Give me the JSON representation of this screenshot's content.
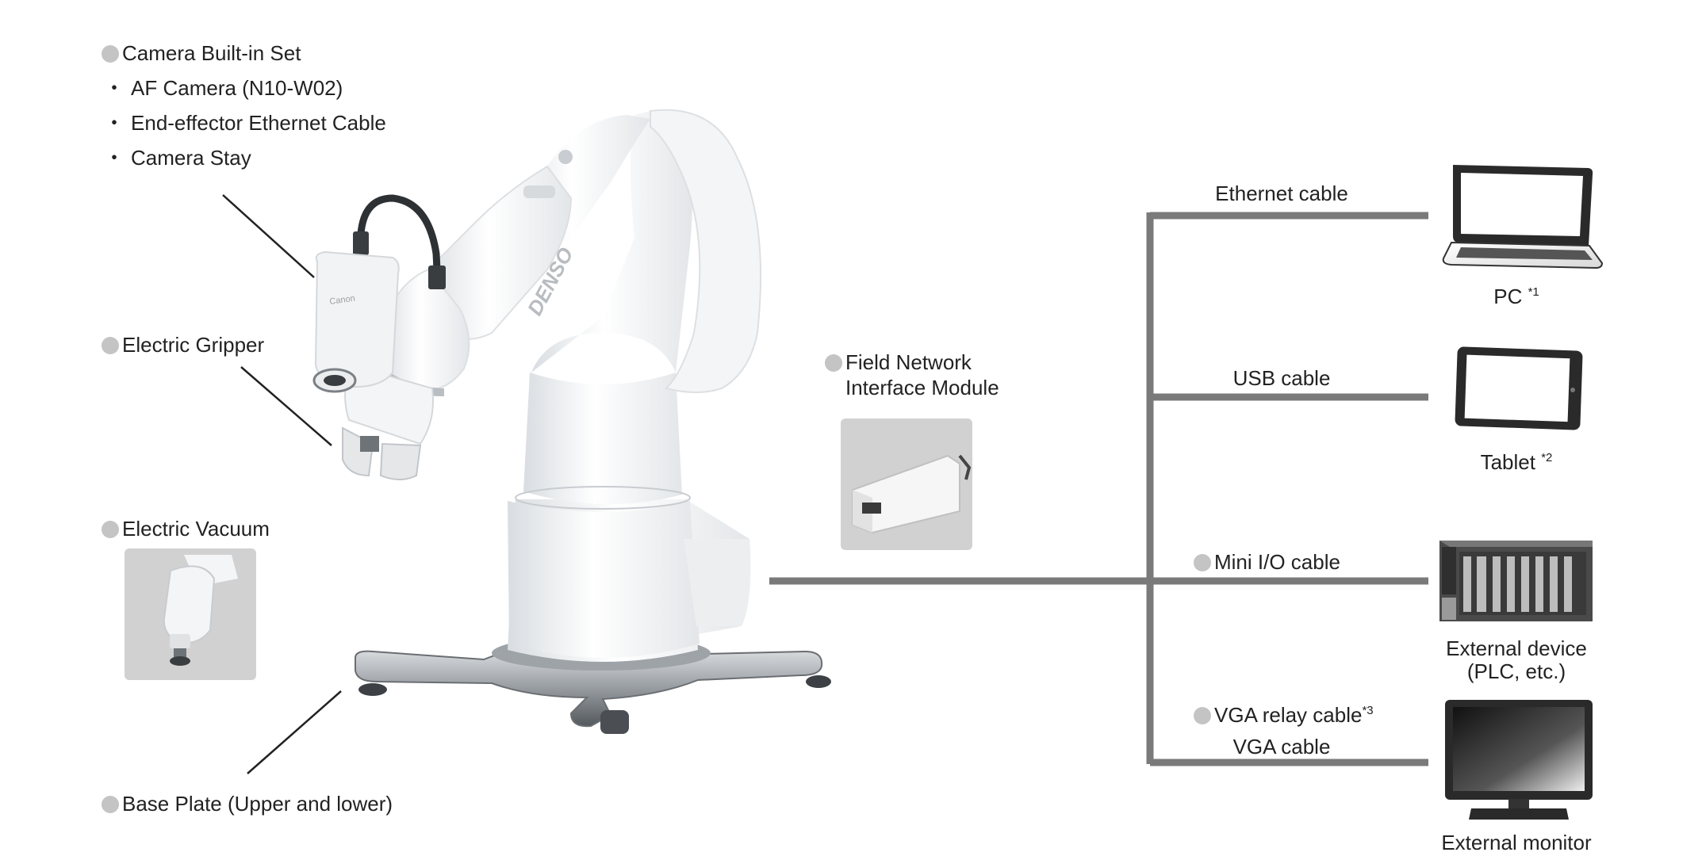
{
  "accessories": {
    "camera_set": {
      "title": "Camera Built-in Set",
      "items": [
        "AF Camera (N10-W02)",
        "End-effector Ethernet Cable",
        "Camera Stay"
      ]
    },
    "gripper": "Electric Gripper",
    "vacuum": "Electric Vacuum",
    "base_plate": "Base Plate (Upper and lower)"
  },
  "robot": {
    "brand": "DENSO",
    "camera_brand": "Canon"
  },
  "module": {
    "line1": "Field Network",
    "line2": "Interface Module"
  },
  "cables": {
    "ethernet": "Ethernet cable",
    "usb": "USB cable",
    "mini_io": "Mini I/O cable",
    "vga_relay": "VGA relay cable",
    "vga_relay_note": "*3",
    "vga": "VGA cable"
  },
  "devices": {
    "pc": "PC",
    "pc_note": "*1",
    "tablet": "Tablet",
    "tablet_note": "*2",
    "external_device_line1": "External device",
    "external_device_line2": "(PLC, etc.)",
    "monitor": "External monitor"
  },
  "colors": {
    "wire": "#7a7a7a",
    "marker": "#c4c4c4",
    "photo_bg": "#d2d1d1"
  }
}
